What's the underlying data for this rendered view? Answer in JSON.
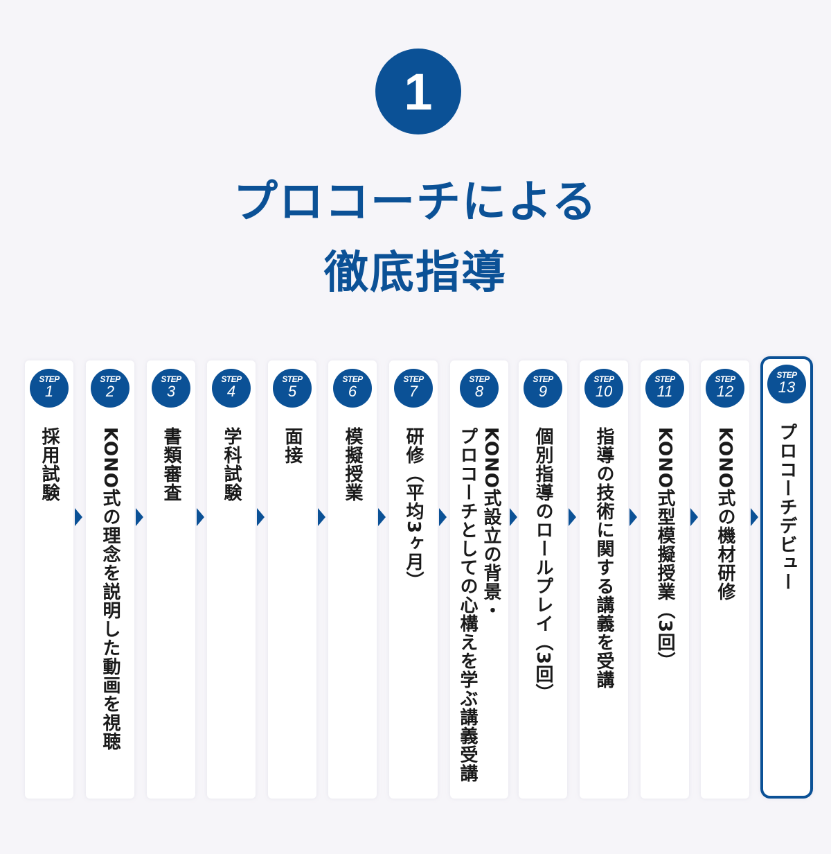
{
  "badge": {
    "number": "1"
  },
  "title": {
    "line1": "プロコーチによる",
    "line2": "徹底指導"
  },
  "colors": {
    "accent": "#0b5196",
    "background": "#f6f5f9",
    "card": "#ffffff",
    "text": "#1a1a1a"
  },
  "steps": [
    {
      "label": "STEP",
      "number": "1",
      "text": "採用試験"
    },
    {
      "label": "STEP",
      "number": "2",
      "text": "KONO式の理念を説明した動画を視聴"
    },
    {
      "label": "STEP",
      "number": "3",
      "text": "書類審査"
    },
    {
      "label": "STEP",
      "number": "4",
      "text": "学科試験"
    },
    {
      "label": "STEP",
      "number": "5",
      "text": "面接"
    },
    {
      "label": "STEP",
      "number": "6",
      "text": "模擬授業"
    },
    {
      "label": "STEP",
      "number": "7",
      "text": "研修（平均3ヶ月）"
    },
    {
      "label": "STEP",
      "number": "8",
      "text": "KONO式設立の背景・\nプロコーチとしての心構えを学ぶ講義受講"
    },
    {
      "label": "STEP",
      "number": "9",
      "text": "個別指導のロールプレイ（3回）"
    },
    {
      "label": "STEP",
      "number": "10",
      "text": "指導の技術に関する講義を受講"
    },
    {
      "label": "STEP",
      "number": "11",
      "text": "KONO式型模擬授業（3回）"
    },
    {
      "label": "STEP",
      "number": "12",
      "text": "KONO式の機材研修"
    },
    {
      "label": "STEP",
      "number": "13",
      "text": "プロコーチデビュー"
    }
  ]
}
